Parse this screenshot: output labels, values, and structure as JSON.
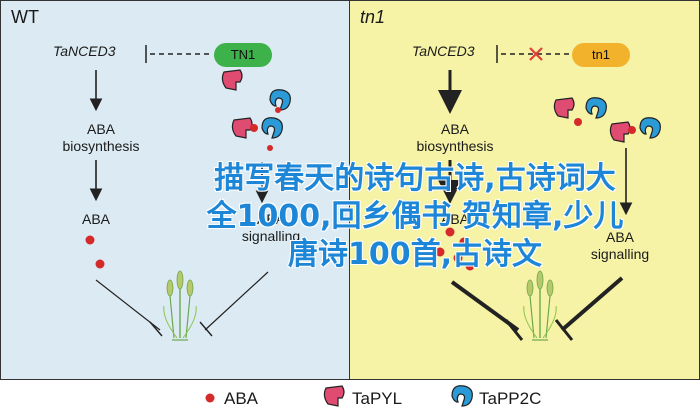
{
  "panels": {
    "wt": {
      "title": "WT",
      "gene": "TaNCED3",
      "tf": "TN1",
      "aba_biosynthesis": "ABA\nbiosynthesis",
      "aba": "ABA",
      "aba_signalling": "ABA\nsignalling"
    },
    "tn1": {
      "title": "tn1",
      "gene": "TaNCED3",
      "tf": "tn1",
      "aba_biosynthesis": "ABA\nbiosynthesis",
      "aba": "ABA",
      "aba_signalling": "ABA\nsignalling"
    }
  },
  "legend": {
    "aba": "ABA",
    "pyl": "TaPYL",
    "pp2c": "TaPP2C"
  },
  "watermark": "描写春天的诗句古诗,古诗词大全1000,回乡偶书 贺知章,少儿唐诗100首,古诗文",
  "colors": {
    "wt_bg": "#dcebf3",
    "tn1_bg": "#f6f2a6",
    "tn1_green": "#3db24a",
    "tn1_orange": "#f2b22c",
    "pyl_pink": "#e04b72",
    "pp2c_blue": "#2b9bd8",
    "aba_red": "#d42a2a",
    "cross_red": "#e0403a",
    "watermark_blue": "#1d86d6"
  },
  "icons": [
    "wheat-plant-icon",
    "pyl-receptor-icon",
    "pp2c-phosphatase-icon",
    "aba-molecule-icon",
    "cross-icon"
  ]
}
